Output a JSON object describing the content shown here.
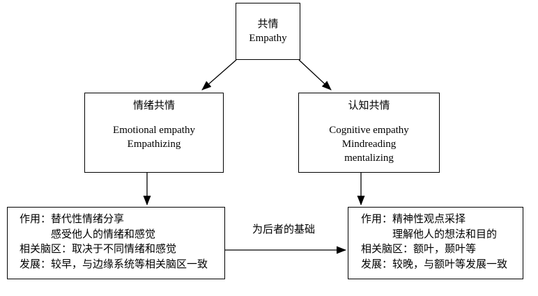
{
  "diagram": {
    "root_box": {
      "zh": "共情",
      "en": "Empathy"
    },
    "emotional_box": {
      "zh": "情绪共情",
      "en1": "Emotional empathy",
      "en2": "Empathizing"
    },
    "cognitive_box": {
      "zh": "认知共情",
      "en1": "Cognitive empathy",
      "en2": "Mindreading",
      "en3": "mentalizing"
    },
    "emotional_detail_box": {
      "line1": "作用：替代性情绪分享",
      "line2": "感受他人的情绪和感觉",
      "line3": "相关脑区：取决于不同情绪和感觉",
      "line4": "发展：较早，与边缘系统等相关脑区一致"
    },
    "cognitive_detail_box": {
      "line1": "作用：精神性观点采择",
      "line2": "理解他人的想法和目的",
      "line3": "相关脑区：额叶，颞叶等",
      "line4": "发展：较晚，与额叶等发展一致"
    },
    "arrow_label": "为后者的基础"
  },
  "colors": {
    "background": "#ffffff",
    "border": "#000000",
    "text": "#000000"
  }
}
